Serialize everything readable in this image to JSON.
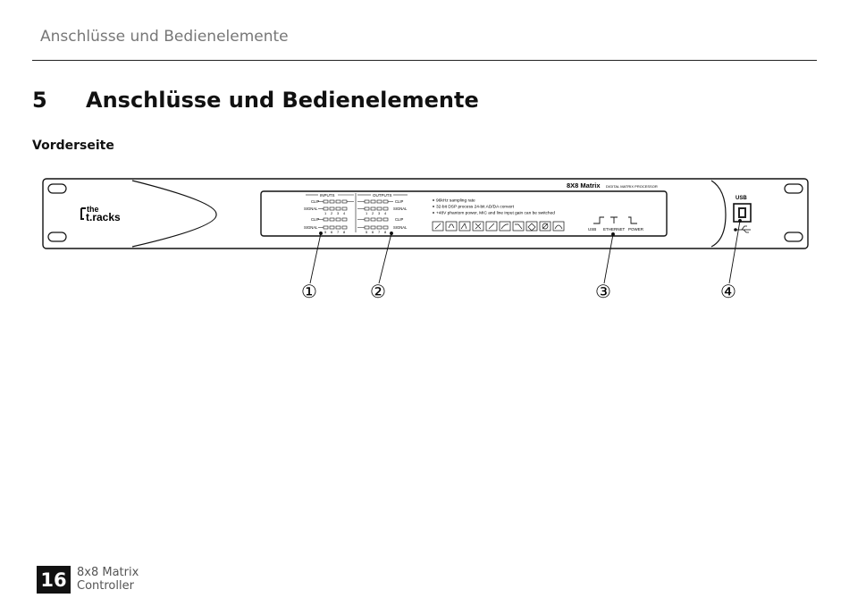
{
  "header": {
    "running_title": "Anschlüsse und Bedienelemente"
  },
  "chapter": {
    "number": "5",
    "title": "Anschlüsse und Bedienelemente"
  },
  "section": {
    "title": "Vorderseite"
  },
  "device": {
    "logo_top": "the",
    "logo_bottom": "t.racks",
    "model": "8X8 Matrix",
    "model_subtitle": "DIGITAL MATRIX PROCESSOR",
    "inputs_label": "INPUTS",
    "outputs_label": "OUTPUTS",
    "clip_label": "CLIP",
    "signal_label": "SIGNAL",
    "channels_top": [
      "1",
      "2",
      "3",
      "4"
    ],
    "channels_bottom": [
      "5",
      "6",
      "7",
      "8"
    ],
    "features": [
      "96kHz sampling rate",
      "32-bit DSP process 24-bit AD/DA convert",
      "+48V phantom power, MIC and line input gain can be switched"
    ],
    "indicator_usb": "USB",
    "indicator_ethernet": "ETHERNET",
    "indicator_power": "POWER",
    "usb_port_label": "USB"
  },
  "callouts": [
    "①",
    "②",
    "③",
    "④"
  ],
  "footer": {
    "page": "16",
    "line1": "8x8 Matrix",
    "line2": "Controller"
  }
}
